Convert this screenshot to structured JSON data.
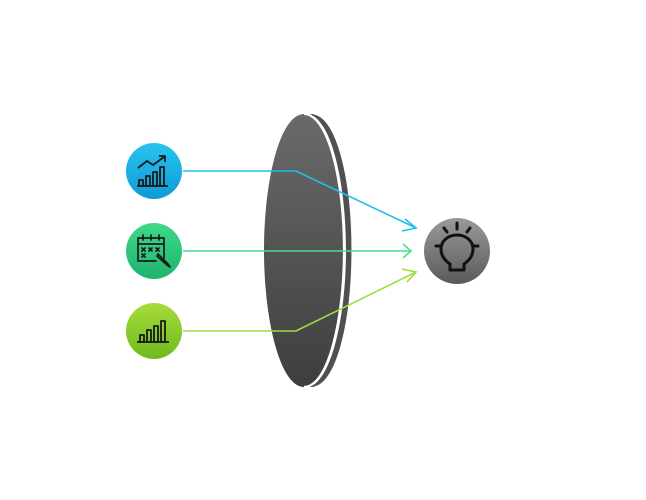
{
  "diagram": {
    "background": "#ffffff",
    "inputs": [
      {
        "id": "trend",
        "icon": "trending-chart-icon",
        "gradient": [
          "#28c4f0",
          "#0e9ad6"
        ],
        "line_color": "#1ec0ee"
      },
      {
        "id": "schedule",
        "icon": "calendar-icon",
        "gradient": [
          "#3ed98a",
          "#1fb36e"
        ],
        "line_color": "#46e08d"
      },
      {
        "id": "stats",
        "icon": "bar-chart-icon",
        "gradient": [
          "#a6dc3a",
          "#6fba1f"
        ],
        "line_color": "#9edc3c"
      }
    ],
    "lens": {
      "color_top": "#6a6a6a",
      "color_bottom": "#3e3e3e",
      "edge_color": "#ffffff"
    },
    "output": {
      "icon": "lightbulb-icon",
      "gradient": [
        "#9a9a9a",
        "#5a5a5a"
      ]
    }
  }
}
